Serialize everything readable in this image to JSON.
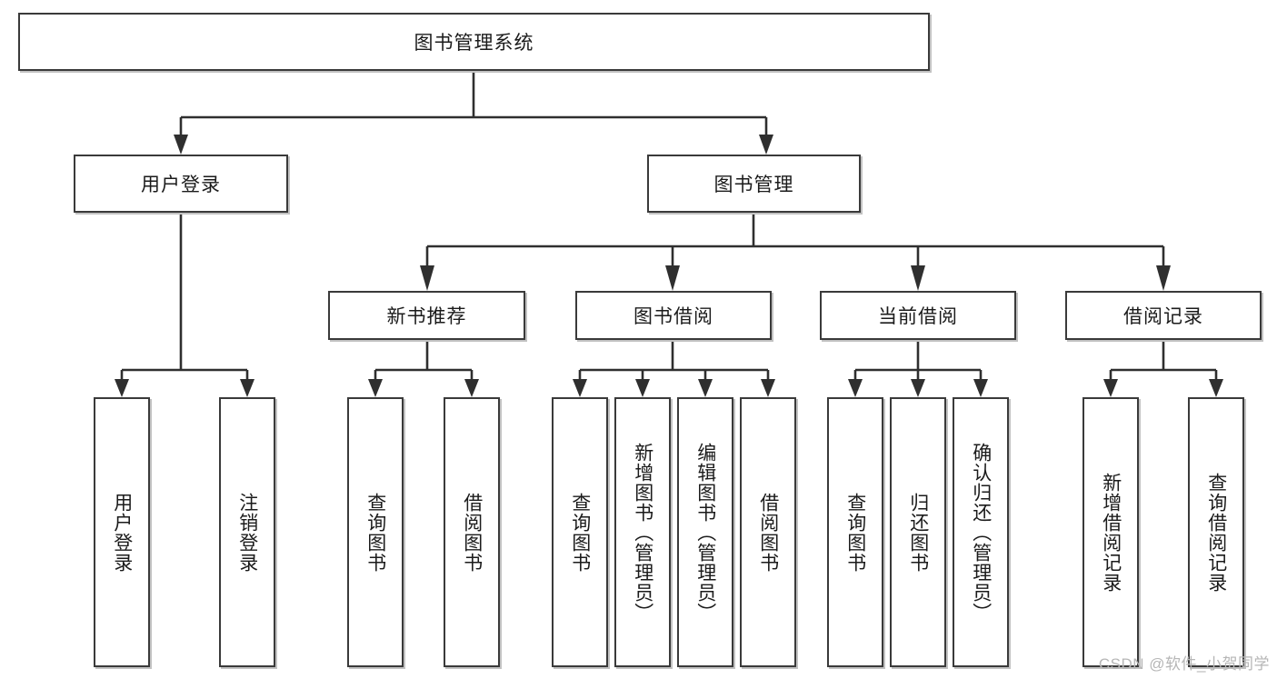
{
  "diagram": {
    "title": "图书管理系统",
    "type": "tree-hierarchy",
    "orientation": "top-down",
    "colors": {
      "box_border": "#3a3a3a",
      "box_fill": "#ffffff",
      "connector": "#2f2f2f",
      "shadow": "#c2c2c2",
      "watermark": "#b6b6b6"
    },
    "root": {
      "label": "图书管理系统"
    },
    "level2": [
      {
        "label": "用户登录"
      },
      {
        "label": "图书管理"
      }
    ],
    "level3": [
      {
        "label": "新书推荐"
      },
      {
        "label": "图书借阅"
      },
      {
        "label": "当前借阅"
      },
      {
        "label": "借阅记录"
      }
    ],
    "leaves": {
      "user_login": [
        {
          "label": "用户登录"
        },
        {
          "label": "注销登录"
        }
      ],
      "new_book": [
        {
          "label": "查询图书"
        },
        {
          "label": "借阅图书"
        }
      ],
      "book_borrow": [
        {
          "label": "查询图书"
        },
        {
          "label": "新增图书（管理员）"
        },
        {
          "label": "编辑图书（管理员）"
        },
        {
          "label": "借阅图书"
        }
      ],
      "current_borrow": [
        {
          "label": "查询图书"
        },
        {
          "label": "归还图书"
        },
        {
          "label": "确认归还（管理员）"
        }
      ],
      "borrow_record": [
        {
          "label": "新增借阅记录"
        },
        {
          "label": "查询借阅记录"
        }
      ]
    }
  },
  "watermark": {
    "text": "CSDN @软件_小贺同学"
  }
}
